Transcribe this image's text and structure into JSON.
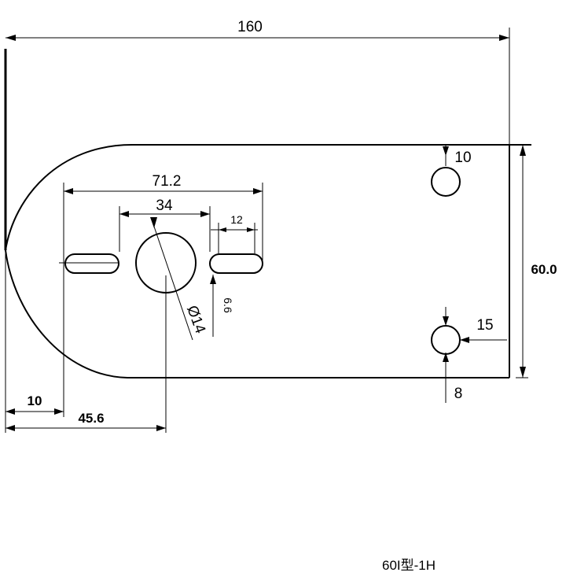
{
  "drawing": {
    "caption": "60I型-1H",
    "dimensions": {
      "overall_length": "160",
      "overall_height": "60.0",
      "slot_span": "71.2",
      "slot_center_span": "34",
      "slot_length": "12",
      "slot_width": "6.6",
      "center_hole_diameter": "Ø14",
      "hole_top_offset": "10",
      "hole_bottom_offset": "8",
      "hole_right_offset": "15",
      "left_offset": "10",
      "center_hole_position": "45.6"
    }
  }
}
